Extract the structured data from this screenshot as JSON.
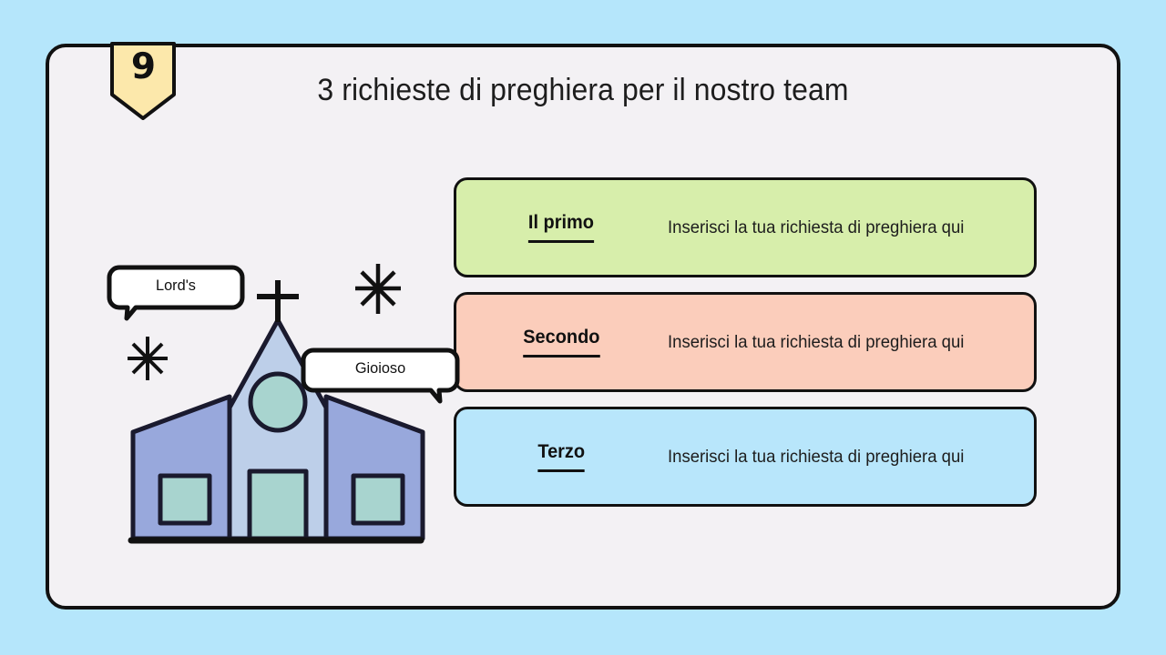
{
  "canvas": {
    "background_color": "#b5e6fb",
    "card_background_color": "#f3f1f4",
    "outline_color": "#111111"
  },
  "bookmark": {
    "number": "9",
    "fill_color": "#fce8ab"
  },
  "header": {
    "title": "3 richieste di preghiera per il nostro team"
  },
  "prayer_rows": [
    {
      "label": "Il primo",
      "text": "Inserisci la tua richiesta di preghiera qui",
      "fill_color": "#d7eeab"
    },
    {
      "label": "Secondo",
      "text": "Inserisci la tua richiesta di preghiera qui",
      "fill_color": "#fbcdbb"
    },
    {
      "label": "Terzo",
      "text": "Inserisci la tua richiesta di preghiera qui",
      "fill_color": "#b8e6fb"
    }
  ],
  "illustration": {
    "name": "church-illustration",
    "bubbles": [
      {
        "name": "lords-bubble",
        "text": "Lord's"
      },
      {
        "name": "gioioso-bubble",
        "text": "Gioioso"
      }
    ],
    "colors": {
      "tower": "#bdcfe9",
      "wing": "#98a8dc",
      "window": "#a8d4cf",
      "door": "#a8d4cf",
      "outline": "#1a1a2e"
    },
    "sparkle_count": 2
  }
}
